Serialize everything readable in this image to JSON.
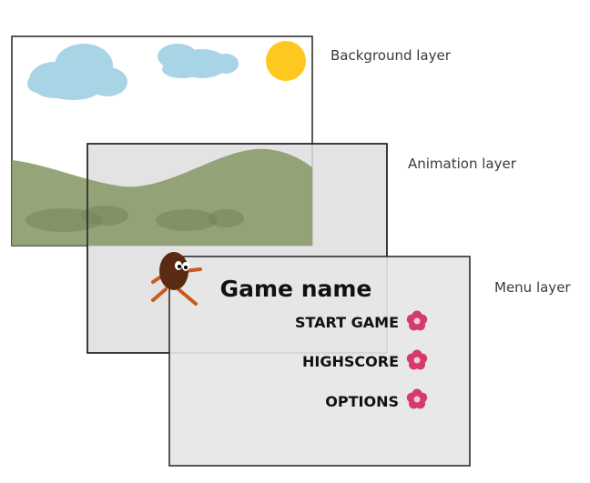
{
  "layers": [
    {
      "label": "Background layer"
    },
    {
      "label": "Animation layer"
    },
    {
      "label": "Menu layer"
    }
  ],
  "menu": {
    "title": "Game name",
    "items": [
      {
        "label": "START GAME",
        "icon": "flower-icon"
      },
      {
        "label": "HIGHSCORE",
        "icon": "flower-icon"
      },
      {
        "label": "OPTIONS",
        "icon": "flower-icon"
      }
    ]
  },
  "colors": {
    "sky_cloud": "#a8d4e6",
    "sun": "#ffc81e",
    "hill": "#8a9a6a",
    "layer_fill": "#e6e6e6",
    "flower": "#d43a6a",
    "character": "#5a2a12"
  }
}
